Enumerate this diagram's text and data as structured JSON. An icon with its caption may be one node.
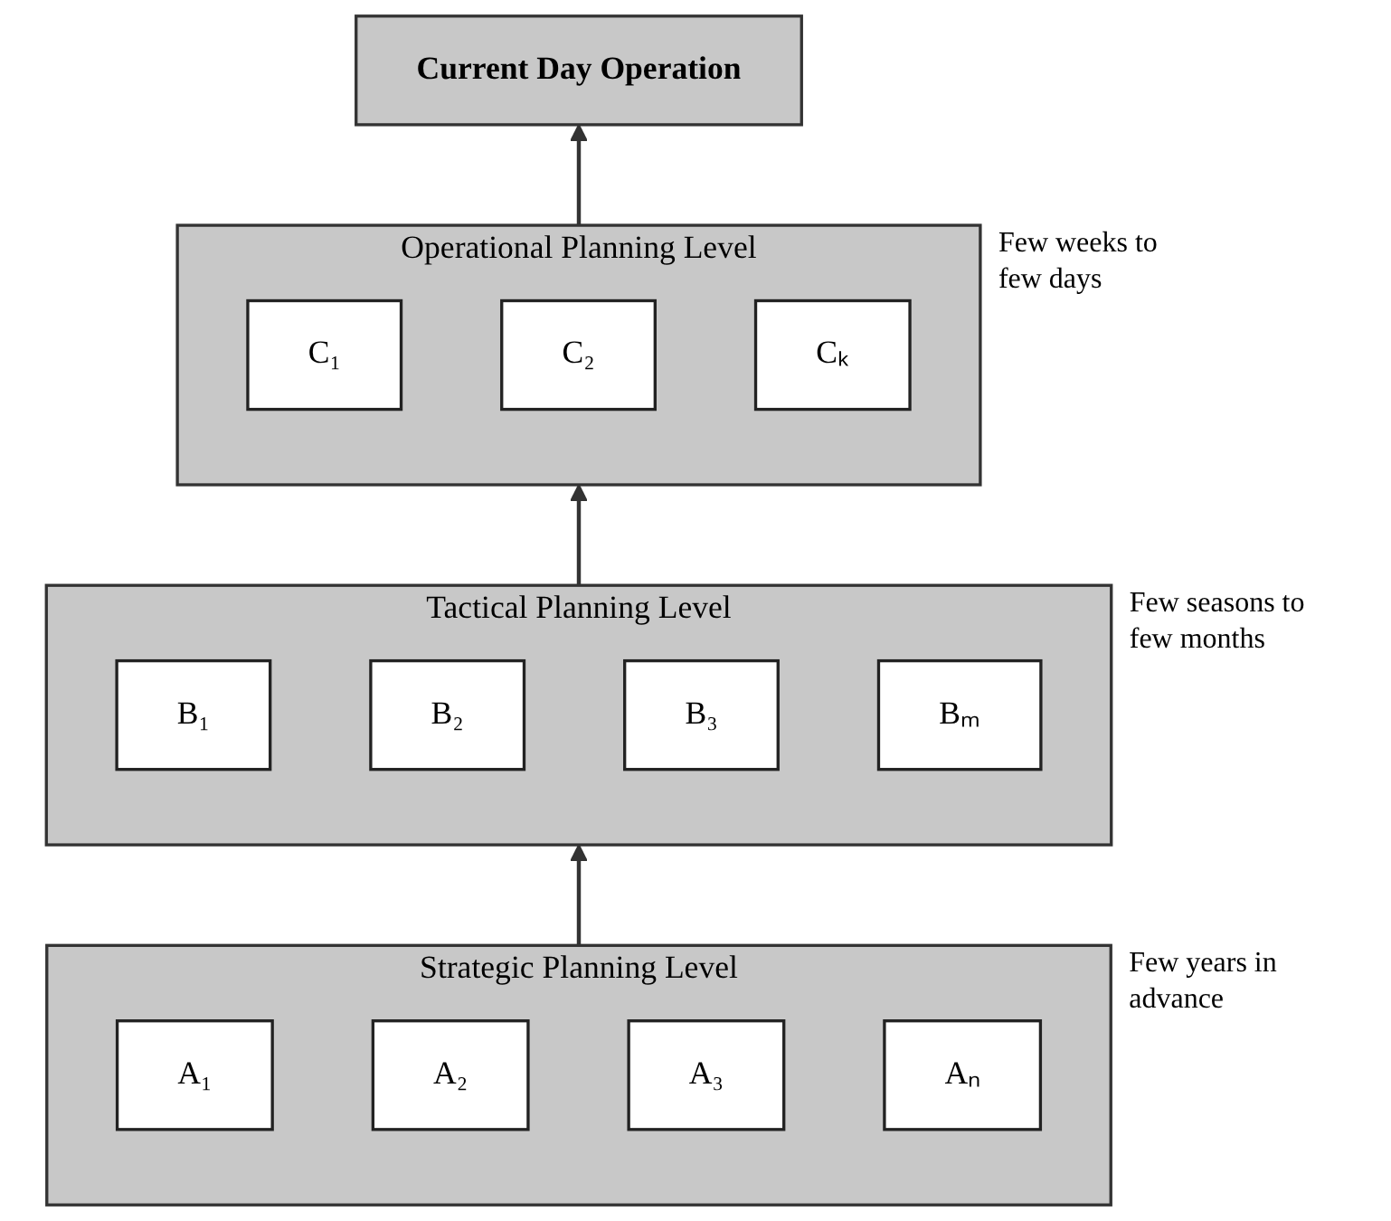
{
  "diagram": {
    "nodes": [
      {
        "text": [
          "Current Day Operation"
        ]
      },
      {
        "text": [
          "Operational Planning Level"
        ],
        "beside": [
          "Few weeks to few days"
        ]
      },
      {
        "text": [
          "C₁"
        ],
        "in": 1
      },
      {
        "text": [
          "C₂"
        ],
        "in": 1
      },
      {
        "text": [
          "Cₖ"
        ],
        "in": 1
      },
      {
        "text": [
          "Tactical Planning Level"
        ],
        "beside": [
          "Few seasons to few months"
        ]
      },
      {
        "text": [
          "B₁"
        ],
        "in": 5
      },
      {
        "text": [
          "B₂"
        ],
        "in": 5
      },
      {
        "text": [
          "B₃"
        ],
        "in": 5
      },
      {
        "text": [
          "Bₘ"
        ],
        "in": 5
      },
      {
        "text": [
          "Strategic Planning Level"
        ],
        "beside": [
          "Few years in advance"
        ]
      },
      {
        "text": [
          "A₁"
        ],
        "in": 10
      },
      {
        "text": [
          "A₂"
        ],
        "in": 10
      },
      {
        "text": [
          "A₃"
        ],
        "in": 10
      },
      {
        "text": [
          "Aₙ"
        ],
        "in": 10
      }
    ],
    "edges": [
      {
        "from": 10,
        "to": 5,
        "arrow": "to"
      },
      {
        "from": 5,
        "to": 1,
        "arrow": "to"
      },
      {
        "from": 1,
        "to": 0,
        "arrow": "to"
      }
    ]
  }
}
